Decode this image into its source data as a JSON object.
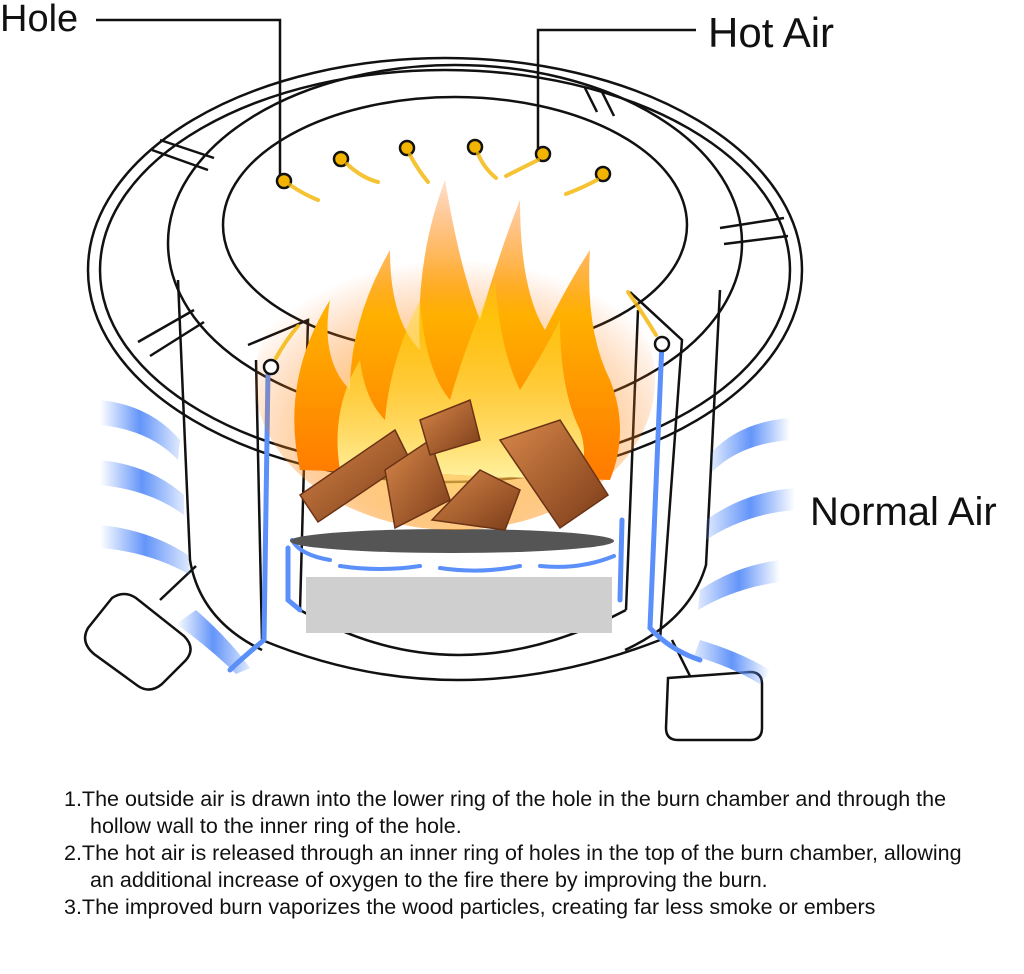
{
  "labels": {
    "hole": "Hole",
    "hot_air": "Hot Air",
    "normal_air": "Normal Air"
  },
  "notes": [
    "1.The outside air is drawn into the lower ring of the hole in the burn chamber and through the hollow wall to the inner ring of the hole.",
    "2.The hot air is released through an inner ring of holes in the top of the burn chamber, allowing an additional increase of oxygen to the fire there by improving the burn.",
    "3.The improved burn vaporizes the wood particles, creating far less smoke or embers"
  ],
  "colors": {
    "outline": "#111111",
    "normal_air": "#5b8ff9",
    "hot_air": "#f2b400",
    "flame_outer": "#f4a000",
    "flame_inner": "#ffd84a",
    "wood": "#a0562a",
    "ash_pan": "#cfcfcf",
    "grate": "#555555"
  }
}
